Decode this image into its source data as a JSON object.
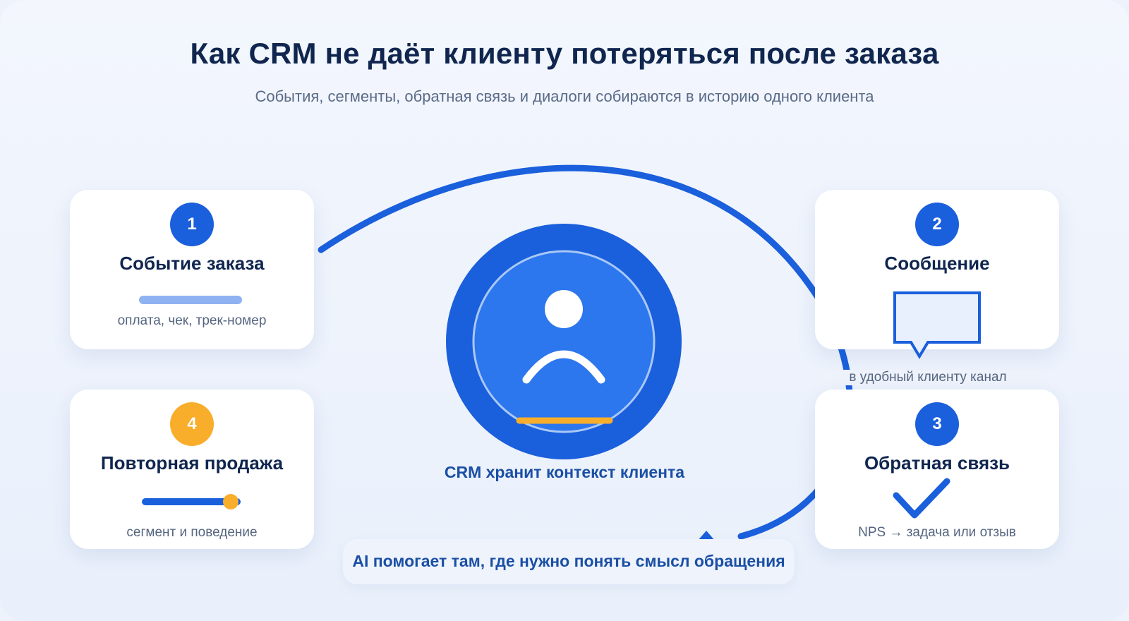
{
  "header": {
    "title": "Как CRM не даёт клиенту потеряться после заказа",
    "subtitle": "События, сегменты, обратная связь и диалоги собираются в историю одного клиента"
  },
  "hub": {
    "label": "CRM хранит контекст клиента"
  },
  "steps": [
    {
      "number": "1",
      "title": "Событие заказа",
      "description": "оплата, чек, трек-номер"
    },
    {
      "number": "2",
      "title": "Сообщение",
      "description": "в удобный клиенту канал"
    },
    {
      "number": "3",
      "title": "Обратная связь",
      "description": "NPS → задача или отзыв"
    },
    {
      "number": "4",
      "title": "Повторная продажа",
      "description": "сегмент и поведение"
    }
  ],
  "ai_note": "AI помогает там, где нужно понять смысл обращения",
  "colors": {
    "primary": "#1a5fdc",
    "hub_inner": "#2c76ee",
    "accent": "#f8ae2b",
    "text_dark": "#10264f",
    "text_muted": "#55657f",
    "label_blue": "#1b4fa5"
  },
  "icons": {
    "step1": "progress-bar-icon",
    "step2": "chat-bubble-icon",
    "step3": "checkmark-icon",
    "step4": "slider-icon",
    "hub": "user-icon"
  }
}
